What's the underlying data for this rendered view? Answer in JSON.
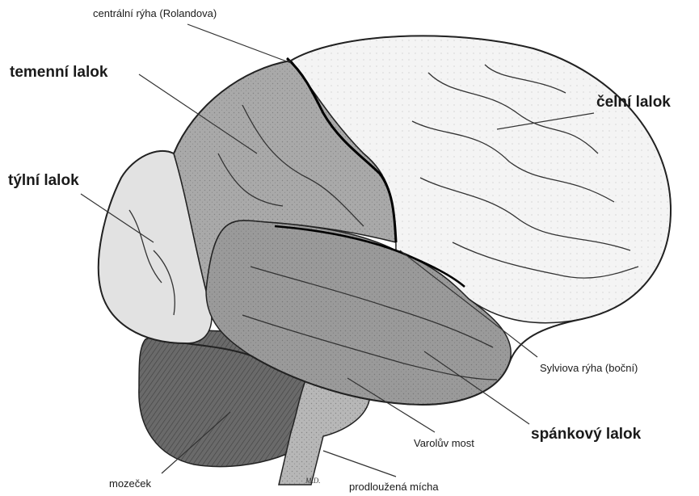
{
  "labels": {
    "central_sulcus": "centrální rýha (Rolandova)",
    "parietal_lobe": "temenní lalok",
    "frontal_lobe": "čelní lalok",
    "occipital_lobe": "týlní lalok",
    "sylvian_fissure": "Sylviova rýha (boční)",
    "temporal_lobe": "spánkový lalok",
    "pons": "Varolův most",
    "cerebellum": "mozeček",
    "medulla": "prodloužená mícha",
    "signature": "M.D."
  },
  "colors": {
    "frontal_fill": "#f4f4f4",
    "parietal_fill": "#a9a9a9",
    "occipital_fill": "#e2e2e2",
    "temporal_fill": "#9a9a9a",
    "cerebellum_fill": "#6a6a6a",
    "stem_fill": "#b7b7b7",
    "outline": "#222222"
  }
}
